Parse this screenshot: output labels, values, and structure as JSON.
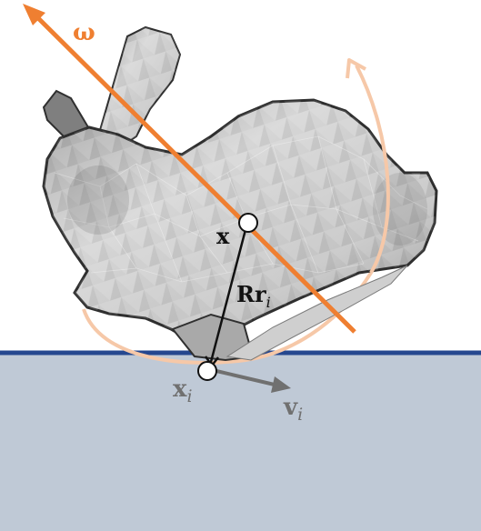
{
  "labels": {
    "omega": "ω",
    "x": "x",
    "rr_bold": "Rr",
    "rr_sub": "i",
    "xi_main": "x",
    "xi_sub": "i",
    "vi_main": "v",
    "vi_sub": "i"
  },
  "colors": {
    "background": "#ffffff",
    "ground_fill": "#bfc9d6",
    "ground_line": "#25478f",
    "axis": "#ef7f31",
    "rotation_arrow": "#f6c8a8",
    "bunny_outline": "#2f2f2f",
    "bunny_fill": "#b9b9b9",
    "label_text": "#111111",
    "label_gray": "#707070",
    "velocity_arrow": "#707070"
  },
  "icons": {
    "object": "bunny-mesh",
    "axis": "rotation-axis-arrow",
    "rotation": "rotation-direction-arc"
  }
}
